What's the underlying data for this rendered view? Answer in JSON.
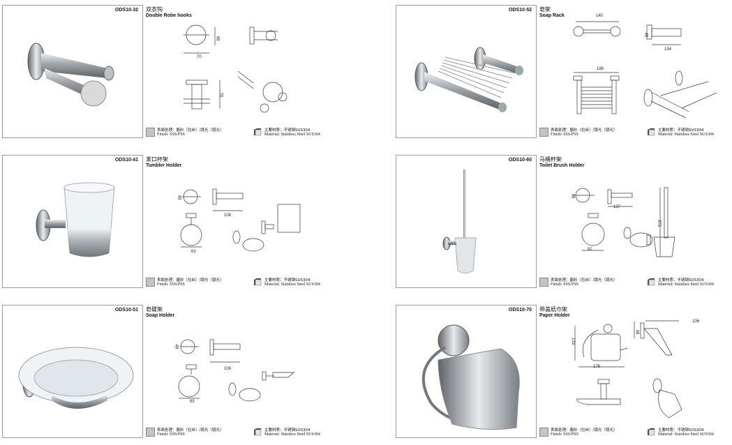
{
  "products": [
    {
      "code": "ODS10-32",
      "title_cn": "双衣钩",
      "title_en": "Double Robe hooks",
      "type": "hooks",
      "dimensions": [
        "48",
        "70",
        "70"
      ]
    },
    {
      "code": "ODS10-52",
      "title_cn": "皂架",
      "title_en": "Soap Rack",
      "type": "rack",
      "dimensions": [
        "140",
        "48",
        "134",
        "188"
      ]
    },
    {
      "code": "ODS10-41",
      "title_cn": "漱口杯架",
      "title_en": "Tumbler Holder",
      "type": "tumbler",
      "dimensions": [
        "48",
        "108",
        "63"
      ]
    },
    {
      "code": "ODS10-60",
      "title_cn": "马桶杯架",
      "title_en": "Toilet Brush Holder",
      "type": "brush",
      "dimensions": [
        "48",
        "137",
        "92",
        "375"
      ]
    },
    {
      "code": "ODS10-51",
      "title_cn": "皂碟架",
      "title_en": "Soap Holder",
      "type": "soap",
      "dimensions": [
        "48",
        "108",
        "63"
      ]
    },
    {
      "code": "ODS10-70",
      "title_cn": "带盖纸巾架",
      "title_en": "Paper Holder",
      "type": "paper",
      "dimensions": [
        "133",
        "176",
        "48",
        "106"
      ]
    }
  ],
  "common": {
    "finish_cn": "表面处理：磨砂（拉丝）/镜光（镜光）",
    "finish_en": "Finish: SSS/PSS",
    "material_cn": "主要材质：不锈钢SUS304",
    "material_en": "Material: Stainless Steel SUS304"
  },
  "colors": {
    "frame": "#9a9a9a",
    "finish_swatch": "#c4c4c4",
    "steel": "#b8bcc0"
  }
}
